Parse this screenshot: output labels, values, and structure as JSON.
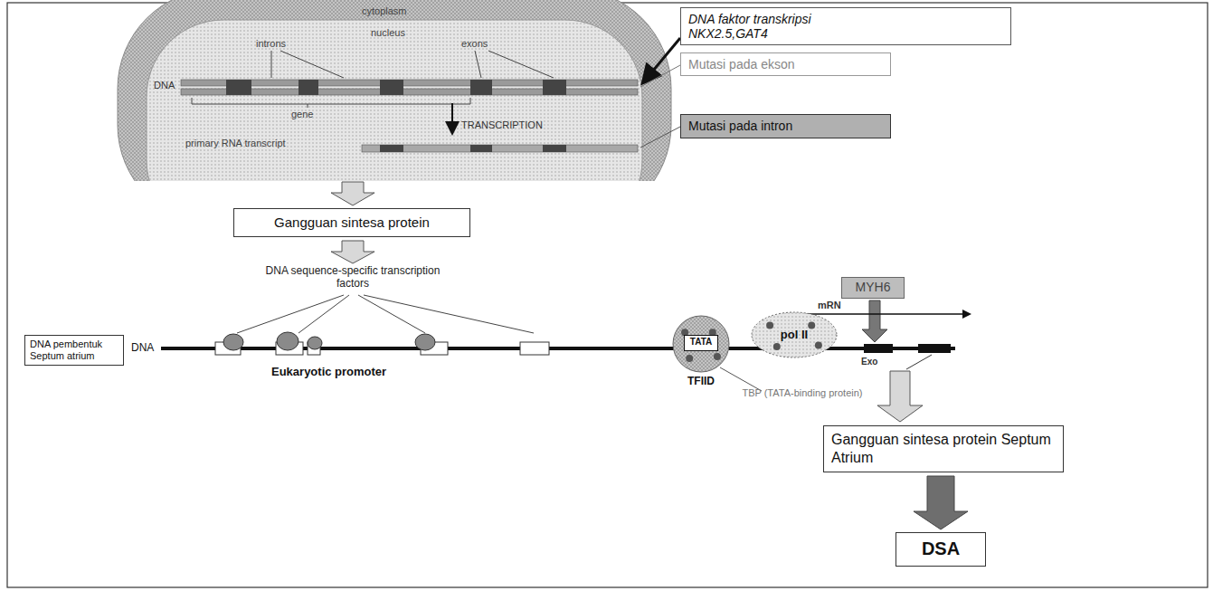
{
  "diagram": {
    "nodes": [
      {
        "text": [
          "DNA faktor transkripsi NKX2.5,GAT4"
        ]
      },
      {
        "text": [
          "Mutasi pada ekson"
        ]
      },
      {
        "text": [
          "Mutasi pada intron"
        ]
      },
      {
        "text": [
          "Gangguan sintesa protein"
        ]
      },
      {
        "text": [
          "DNA pembentuk Septum atrium"
        ]
      },
      {
        "text": [
          "TFIID"
        ]
      },
      {
        "text": [
          "TATA"
        ],
        "in": 5
      },
      {
        "text": [
          "pol II"
        ]
      },
      {
        "text": [
          "MYH6"
        ]
      },
      {
        "text": [
          "Gangguan sintesa protein Septum Atrium"
        ]
      },
      {
        "text": [
          "DSA"
        ]
      }
    ],
    "edges": [
      {
        "from": 9,
        "to": 10,
        "arrow": "to"
      }
    ],
    "labels": [
      "cytoplasm",
      "nucleus",
      "DNA",
      "introns",
      "exons",
      "gene",
      "primary RNA transcript",
      "TRANSCRIPTION",
      "DNA sequence-specific transcription factors",
      "DNA",
      "Eukaryotic promoter",
      "TBP (TATA-binding protein)",
      "mRN",
      "Exo"
    ]
  }
}
